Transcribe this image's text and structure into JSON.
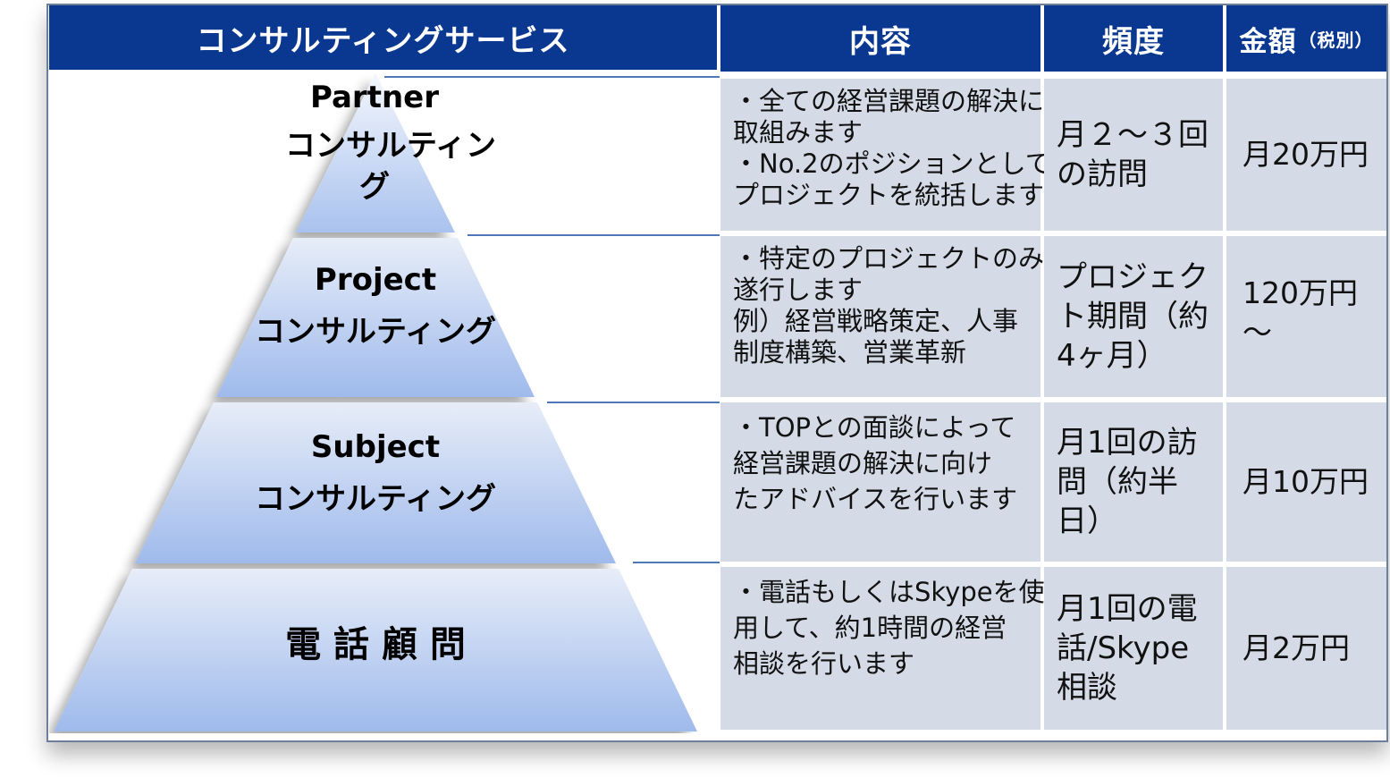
{
  "headers": {
    "service": "コンサルティングサービス",
    "content": "内容",
    "frequency": "頻度",
    "price": "金額",
    "price_note": "（税別）"
  },
  "tiers": [
    {
      "name": "Partner",
      "label_lines": [
        "コンサルティン",
        "グ"
      ],
      "content_lines": [
        "・全ての経営課題の解決に",
        "取組みます",
        "・No.2のポジションとして、",
        "プロジェクトを統括します"
      ],
      "frequency_lines": [
        "月２〜３回",
        "の訪問"
      ],
      "price_lines": [
        "月20万円"
      ]
    },
    {
      "name": "Project",
      "label_lines": [
        "コンサルティング"
      ],
      "content_lines": [
        "・特定のプロジェクトのみ",
        "遂行します",
        "例）経営戦略策定、人事",
        "制度構築、営業革新"
      ],
      "frequency_lines": [
        "プロジェク",
        "ト期間（約",
        "4ヶ月）"
      ],
      "price_lines": [
        "120万円",
        "〜"
      ]
    },
    {
      "name": "Subject",
      "label_lines": [
        "コンサルティング"
      ],
      "content_lines": [
        "・TOPとの面談によって",
        "経営課題の解決に向け",
        "たアドバイスを行います"
      ],
      "frequency_lines": [
        "月1回の訪",
        "問（約半",
        "日）"
      ],
      "price_lines": [
        "月10万円"
      ]
    },
    {
      "name": "電 話 顧 問",
      "label_lines": [],
      "content_lines": [
        "・電話もしくはSkypeを使",
        "用して、約1時間の経営",
        "相談を行います"
      ],
      "frequency_lines": [
        "月1回の電",
        "話/Skype",
        "相談"
      ],
      "price_lines": [
        "月2万円"
      ]
    }
  ],
  "colors": {
    "header_bg": "#0a3891",
    "cell_bg": "#d5dbe6",
    "pyramid_top": "#e9eef8",
    "pyramid_bottom": "#9db8e8"
  }
}
